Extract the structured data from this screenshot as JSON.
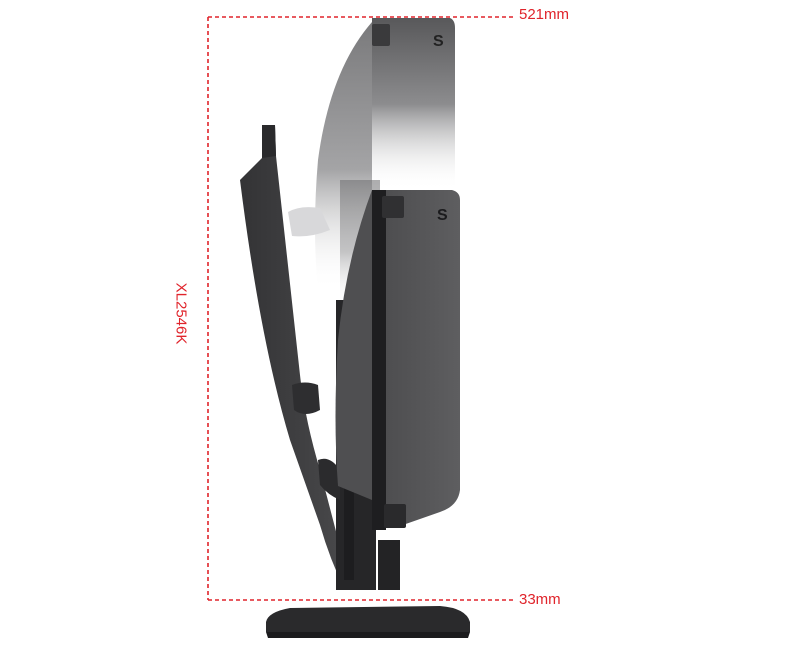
{
  "colors": {
    "dimension_line": "#e0242b",
    "monitor_dark": "#2c2c2e",
    "monitor_mid": "#4a4a4c",
    "monitor_light": "#7a7a7c"
  },
  "dimensions": {
    "top_value": "521mm",
    "bottom_value": "33mm",
    "model_name": "XL2546K"
  }
}
